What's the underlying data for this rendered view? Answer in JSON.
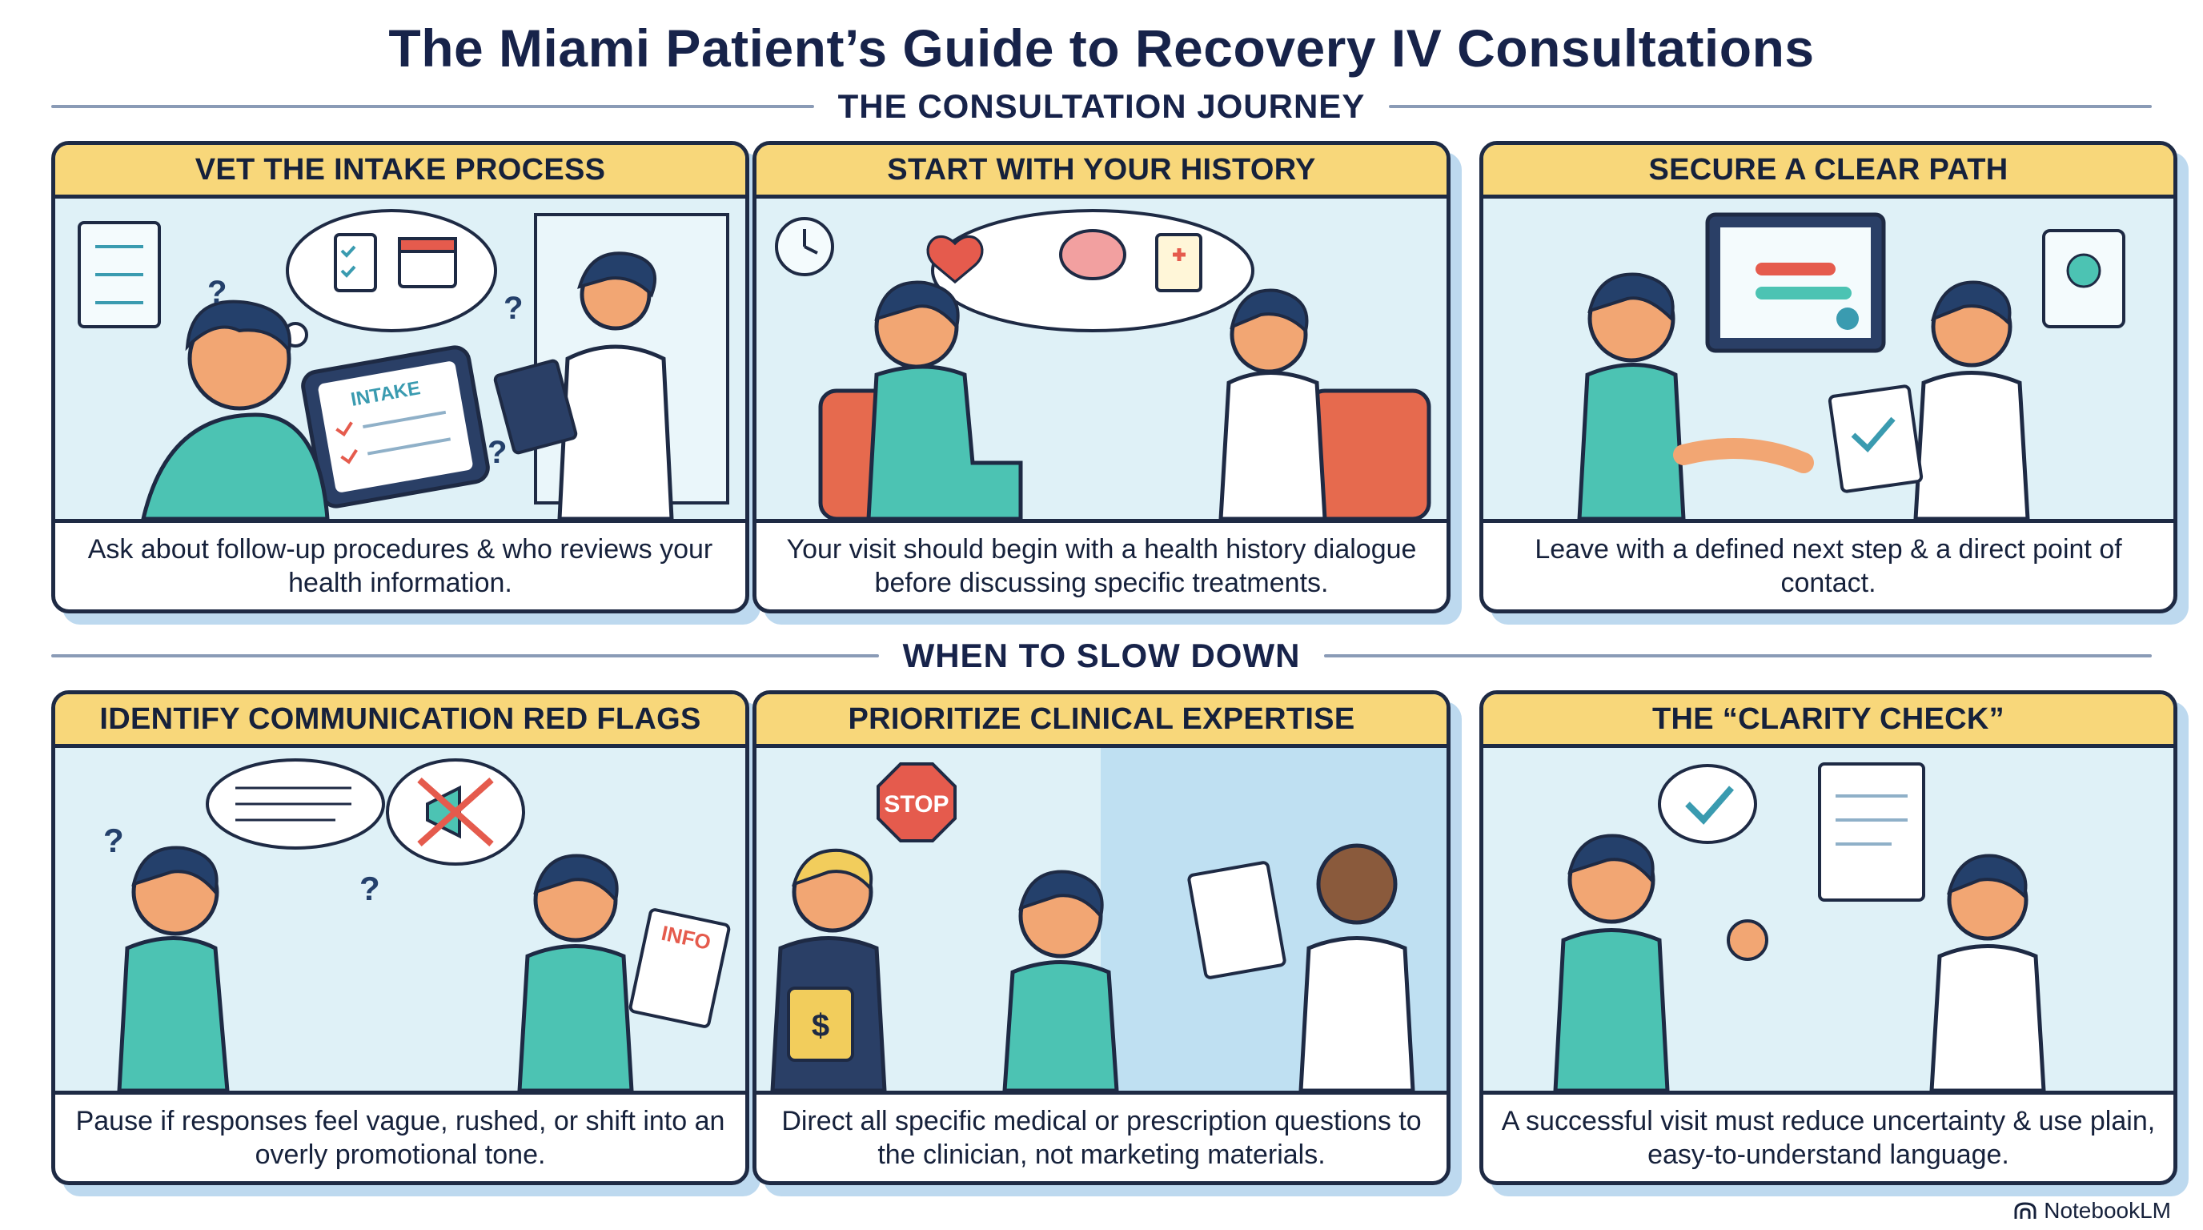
{
  "title": "The Miami Patient’s Guide to Recovery IV Consultations",
  "sections": [
    {
      "label": "THE CONSULTATION JOURNEY"
    },
    {
      "label": "WHEN TO SLOW DOWN"
    }
  ],
  "cards": [
    {
      "heading": "VET THE INTAKE PROCESS",
      "caption": "Ask about follow-up procedures & who reviews your health information.",
      "scene_text": "INTAKE"
    },
    {
      "heading": "START WITH YOUR HISTORY",
      "caption": "Your visit should begin with a health history dialogue before discussing specific treatments."
    },
    {
      "heading": "SECURE A CLEAR PATH",
      "caption": "Leave with a defined next step & a direct point of contact."
    },
    {
      "heading": "IDENTIFY COMMUNICATION RED FLAGS",
      "caption": "Pause if responses feel vague, rushed, or shift into an overly promotional tone.",
      "scene_text": "INFO"
    },
    {
      "heading": "PRIORITIZE CLINICAL EXPERTISE",
      "caption": "Direct all specific medical or prescription questions to the clinician, not marketing materials.",
      "scene_text": "STOP"
    },
    {
      "heading": "THE “CLARITY CHECK”",
      "caption": "A successful visit must reduce uncertainty & use plain, easy-to-understand language."
    }
  ],
  "footer": {
    "brand": "NotebookLM"
  },
  "colors": {
    "heading_band": "#f8d77a",
    "scene_bg": "#dff1f7",
    "outline": "#1e2a44",
    "teal_shirt": "#4cc3b3",
    "shadow": "#bdd9ef"
  },
  "icons": [
    "clipboard-icon",
    "calendar-icon",
    "heart-icon",
    "brain-icon",
    "checkmark-icon",
    "megaphone-icon",
    "stop-sign-icon",
    "document-icon",
    "notebooklm-logo-icon"
  ]
}
